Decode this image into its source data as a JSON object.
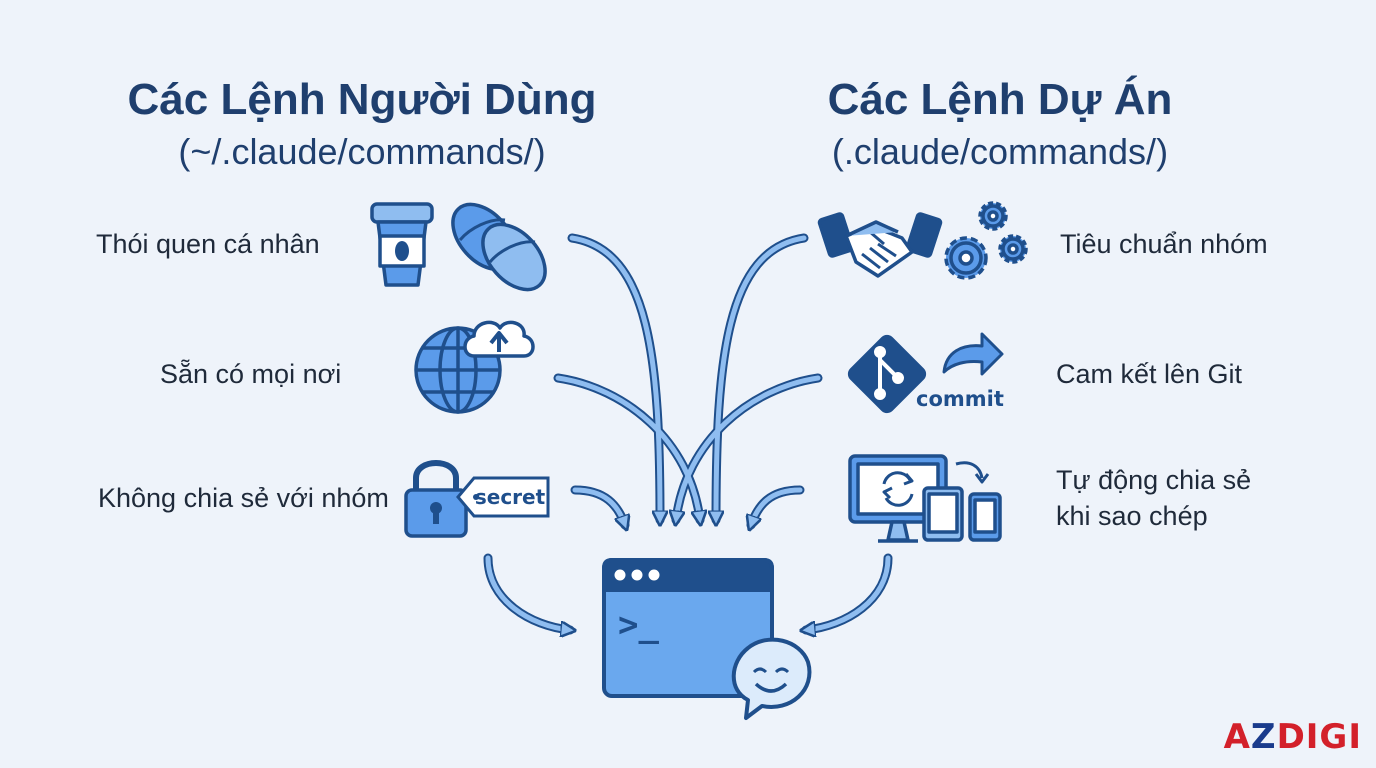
{
  "user_commands": {
    "title": "Các Lệnh Người Dùng",
    "path": "(~/.claude/commands/)",
    "features": [
      {
        "label": "Thói quen cá nhân",
        "icons": [
          "coffee-cup-icon",
          "slippers-icon"
        ]
      },
      {
        "label": "Sẵn có mọi nơi",
        "icons": [
          "globe-icon",
          "cloud-upload-icon"
        ]
      },
      {
        "label": "Không chia sẻ với nhóm",
        "icons": [
          "padlock-icon",
          "secret-tag-icon"
        ],
        "tag_text": "secret"
      }
    ]
  },
  "project_commands": {
    "title": "Các Lệnh Dự Án",
    "path": "(.claude/commands/)",
    "features": [
      {
        "label": "Tiêu chuẩn nhóm",
        "icons": [
          "handshake-icon",
          "gears-icon"
        ]
      },
      {
        "label": "Cam kết lên Git",
        "icons": [
          "git-icon",
          "commit-arrow-icon"
        ],
        "tag_text": "commit"
      },
      {
        "label_lines": [
          "Tự động chia sẻ",
          "khi sao chép"
        ],
        "icons": [
          "sync-devices-icon"
        ]
      }
    ]
  },
  "center": {
    "icons": [
      "terminal-window-icon",
      "smile-chat-icon"
    ],
    "prompt": ">_"
  },
  "logo": {
    "text_a": "A",
    "text_z": "Z",
    "text_digi": "DIGI"
  },
  "colors": {
    "primary": "#1f4f8c",
    "fill": "#5b9bea",
    "light_fill": "#a8cdf5",
    "background": "#eef3fa",
    "title": "#1f3f6e"
  }
}
